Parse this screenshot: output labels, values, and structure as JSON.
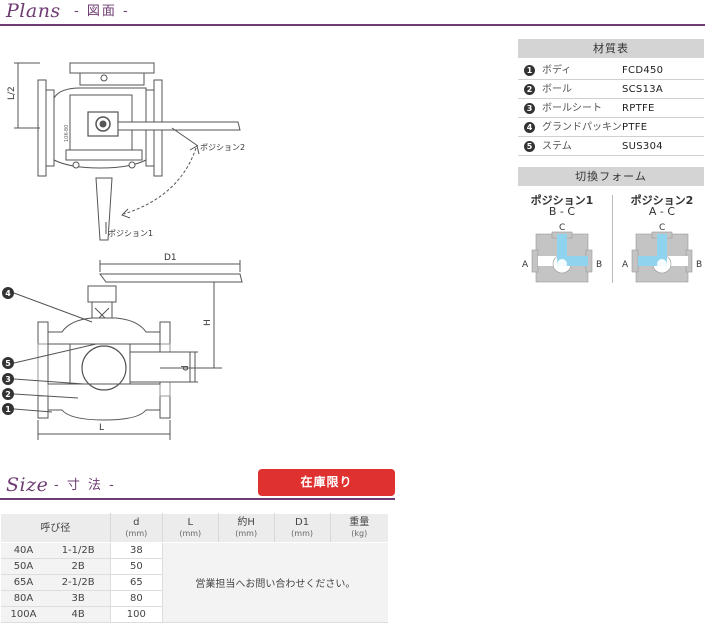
{
  "plans": {
    "script": "Plans",
    "sub": "- 図面 -"
  },
  "drawing": {
    "position1": "ポジション1",
    "position2": "ポジション2",
    "dim_half_l": "L/2",
    "dim_l": "L",
    "dim_d1": "D1",
    "dim_h": "H",
    "dim_d": "d",
    "body_mark": "10K-80",
    "callouts": [
      "4",
      "5",
      "3",
      "2",
      "1"
    ]
  },
  "materials": {
    "title": "材質表",
    "rows": [
      {
        "num": "1",
        "part": "ボディ",
        "material": "FCD450"
      },
      {
        "num": "2",
        "part": "ボール",
        "material": "SCS13A"
      },
      {
        "num": "3",
        "part": "ボールシート",
        "material": "RPTFE"
      },
      {
        "num": "4",
        "part": "グランドパッキン",
        "material": "PTFE"
      },
      {
        "num": "5",
        "part": "ステム",
        "material": "SUS304"
      }
    ]
  },
  "switching": {
    "title": "切換フォーム",
    "pos1": {
      "title": "ポジション1",
      "flow": "B - C",
      "port_a": "A",
      "port_b": "B",
      "port_c": "C"
    },
    "pos2": {
      "title": "ポジション2",
      "flow": "A - C",
      "port_a": "A",
      "port_b": "B",
      "port_c": "C"
    },
    "colors": {
      "flow": "#8fd3ee",
      "body": "#c4c4c4"
    }
  },
  "size": {
    "script": "Size",
    "sub": "- 寸 法 -",
    "stock_label": "在庫限り",
    "headers": {
      "nominal": "呼び径",
      "d": "d",
      "d_unit": "(mm)",
      "l": "L",
      "l_unit": "(mm)",
      "h": "約H",
      "h_unit": "(mm)",
      "d1": "D1",
      "d1_unit": "(mm)",
      "weight": "重量",
      "weight_unit": "(kg)"
    },
    "rows": [
      {
        "a": "40A",
        "b": "1-1/2B",
        "d": "38"
      },
      {
        "a": "50A",
        "b": "2B",
        "d": "50"
      },
      {
        "a": "65A",
        "b": "2-1/2B",
        "d": "65"
      },
      {
        "a": "80A",
        "b": "3B",
        "d": "80"
      },
      {
        "a": "100A",
        "b": "4B",
        "d": "100"
      }
    ],
    "note": "営業担当へお問い合わせください。"
  },
  "colors": {
    "accent": "#6e3b73",
    "stock": "#e03131"
  }
}
